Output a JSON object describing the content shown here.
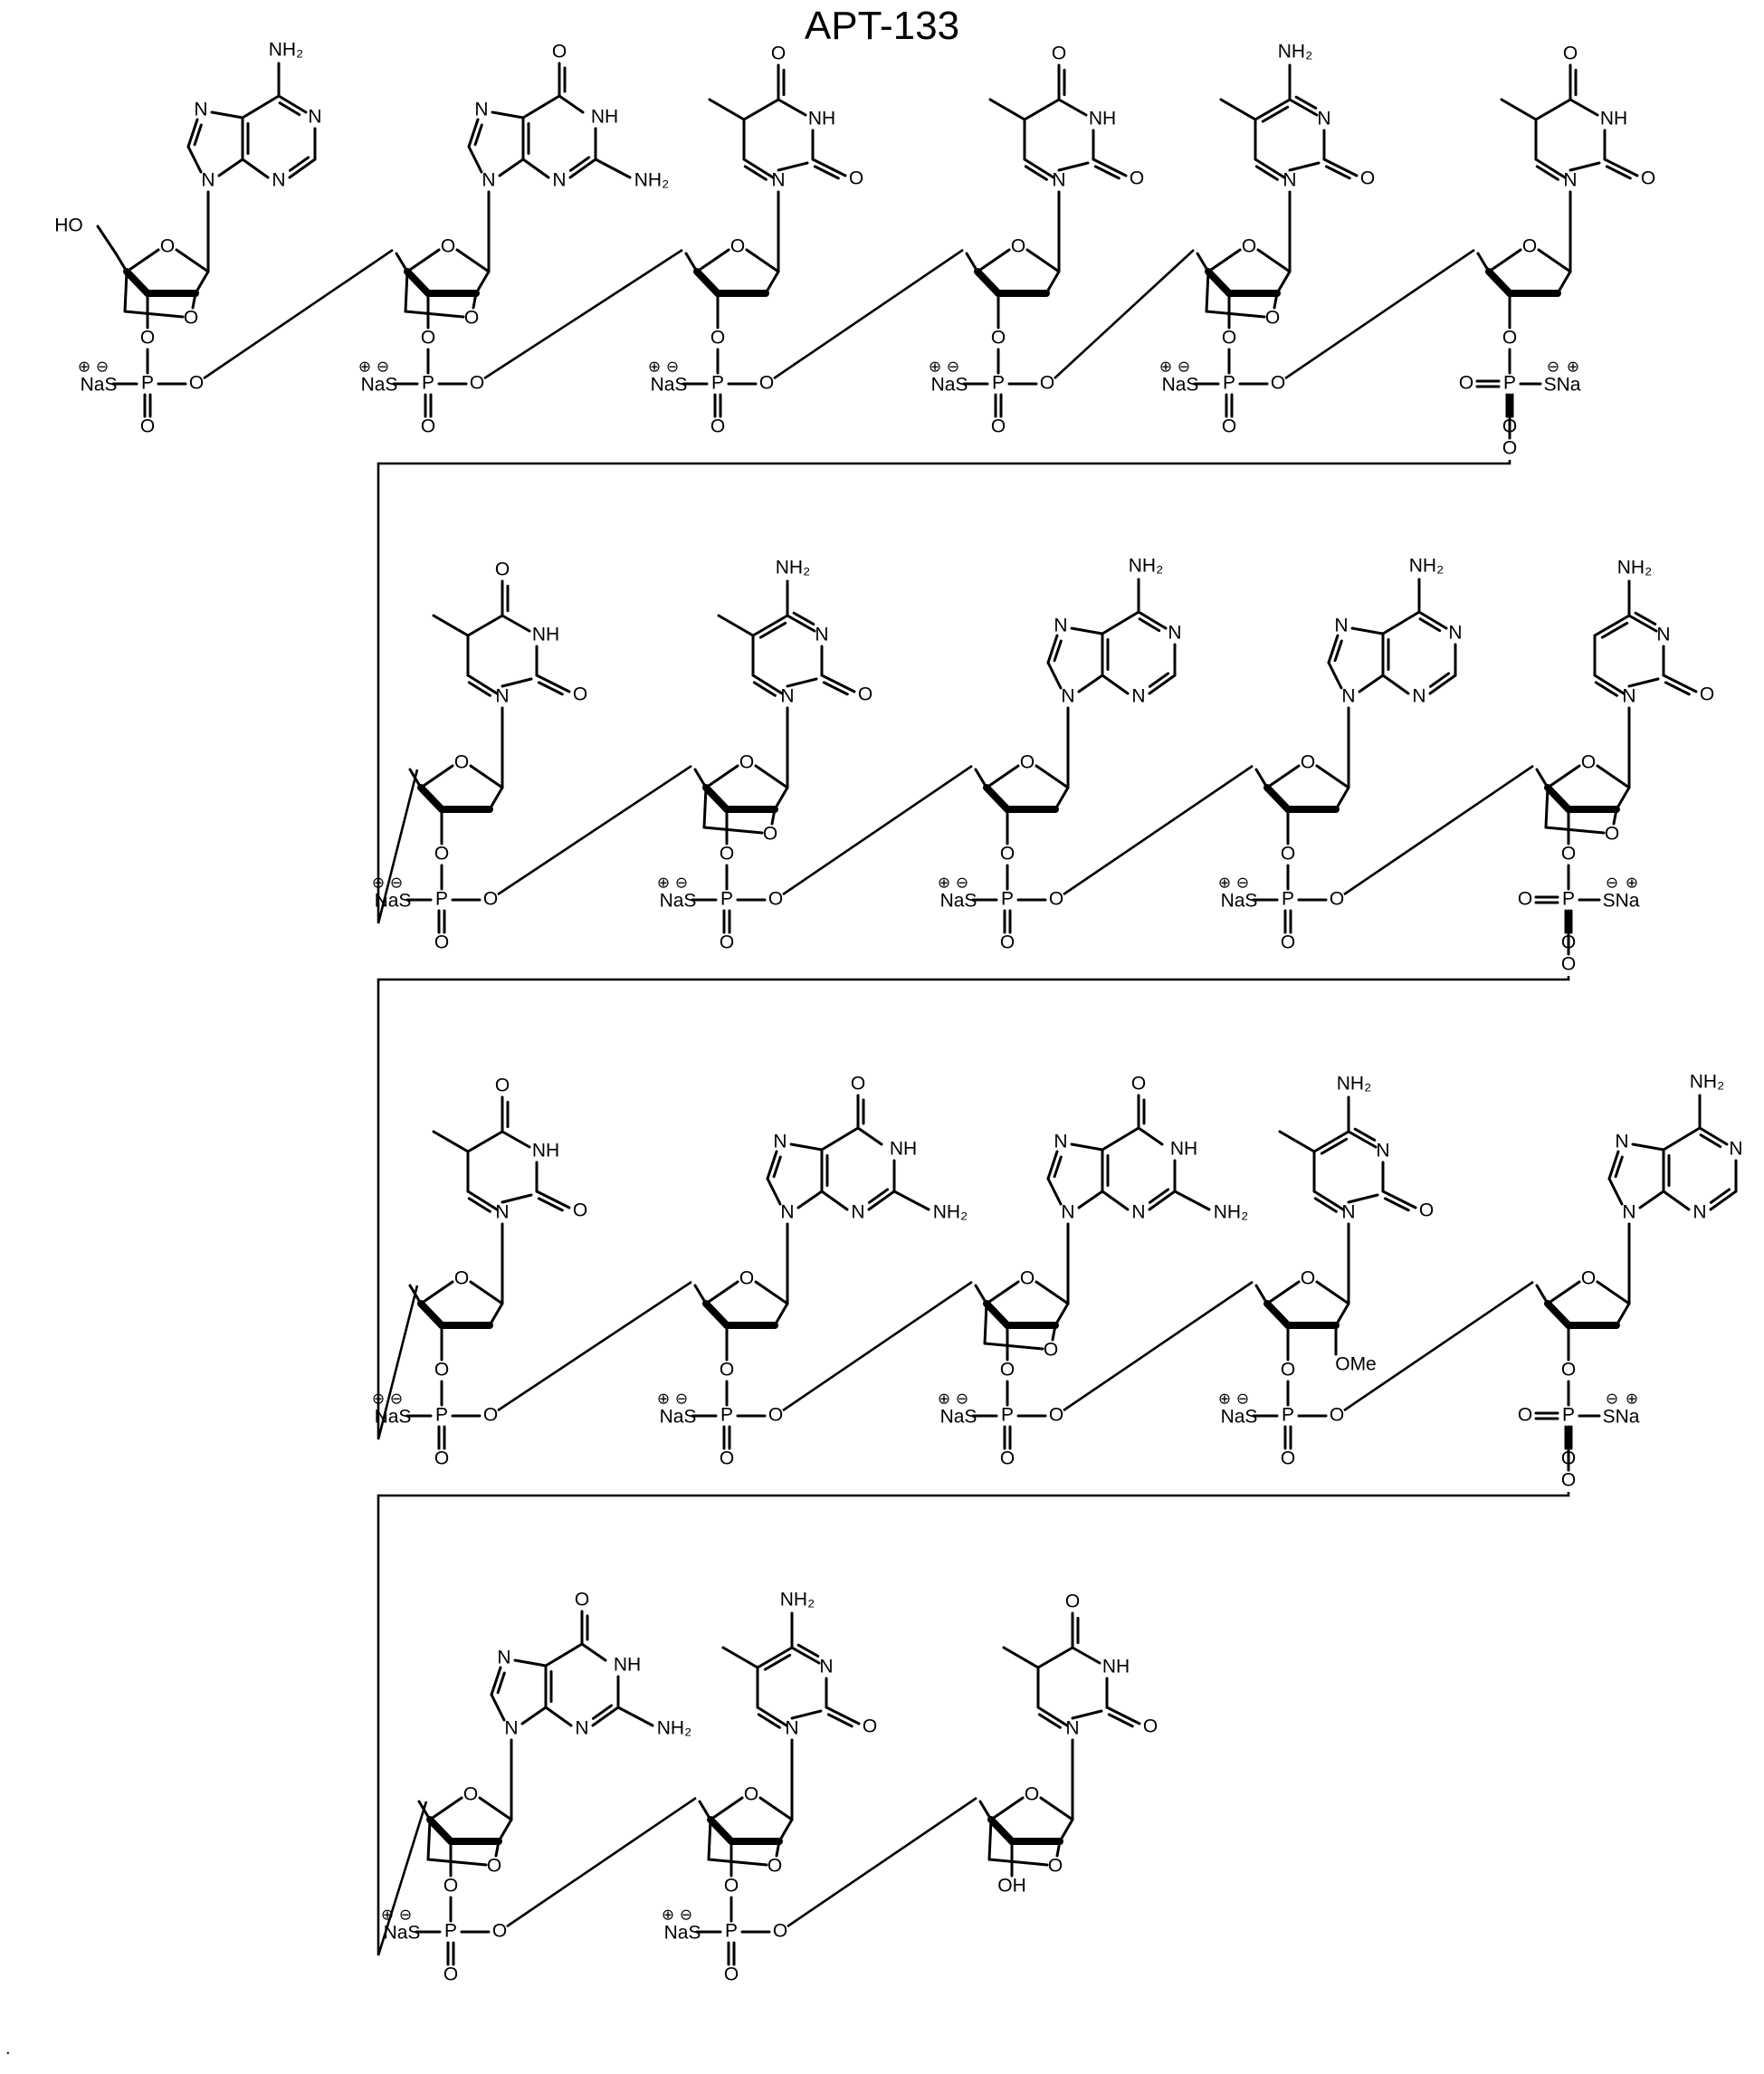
{
  "title": "APT-133",
  "labels": {
    "nh2": "NH₂",
    "nh": "NH",
    "n": "N",
    "o": "O",
    "p": "P",
    "ho": "HO",
    "oh": "OH",
    "ome": "OMe",
    "na_s": "Na S",
    "nas": "NaS",
    "sna": "SNa",
    "plus": "⊕",
    "minus": "⊖"
  },
  "rows": [
    [
      {
        "base": "A",
        "sugar": "LNA",
        "phosphate": "left",
        "five_prime": "HO"
      },
      {
        "base": "G",
        "sugar": "LNA",
        "phosphate": "left"
      },
      {
        "base": "T",
        "sugar": "deoxy",
        "phosphate": "left"
      },
      {
        "base": "T",
        "sugar": "deoxy",
        "phosphate": "left"
      },
      {
        "base": "5mC",
        "sugar": "LNA",
        "phosphate": "left"
      },
      {
        "base": "T",
        "sugar": "deoxy",
        "phosphate": "right"
      }
    ],
    [
      {
        "base": "T",
        "sugar": "deoxy",
        "phosphate": "left"
      },
      {
        "base": "5mC",
        "sugar": "LNA",
        "phosphate": "left"
      },
      {
        "base": "A",
        "sugar": "deoxy",
        "phosphate": "left"
      },
      {
        "base": "A",
        "sugar": "deoxy",
        "phosphate": "left"
      },
      {
        "base": "C",
        "sugar": "LNA",
        "phosphate": "right"
      }
    ],
    [
      {
        "base": "T",
        "sugar": "deoxy",
        "phosphate": "left"
      },
      {
        "base": "G",
        "sugar": "deoxy",
        "phosphate": "left"
      },
      {
        "base": "G",
        "sugar": "LNA",
        "phosphate": "left"
      },
      {
        "base": "5mC",
        "sugar": "OMe",
        "phosphate": "left"
      },
      {
        "base": "A",
        "sugar": "deoxy",
        "phosphate": "right"
      }
    ],
    [
      {
        "base": "G",
        "sugar": "LNA",
        "phosphate": "left"
      },
      {
        "base": "5mC",
        "sugar": "LNA",
        "phosphate": "left"
      },
      {
        "base": "T",
        "sugar": "LNA",
        "phosphate": "none",
        "three_prime": "OH"
      }
    ]
  ],
  "footnote": "."
}
